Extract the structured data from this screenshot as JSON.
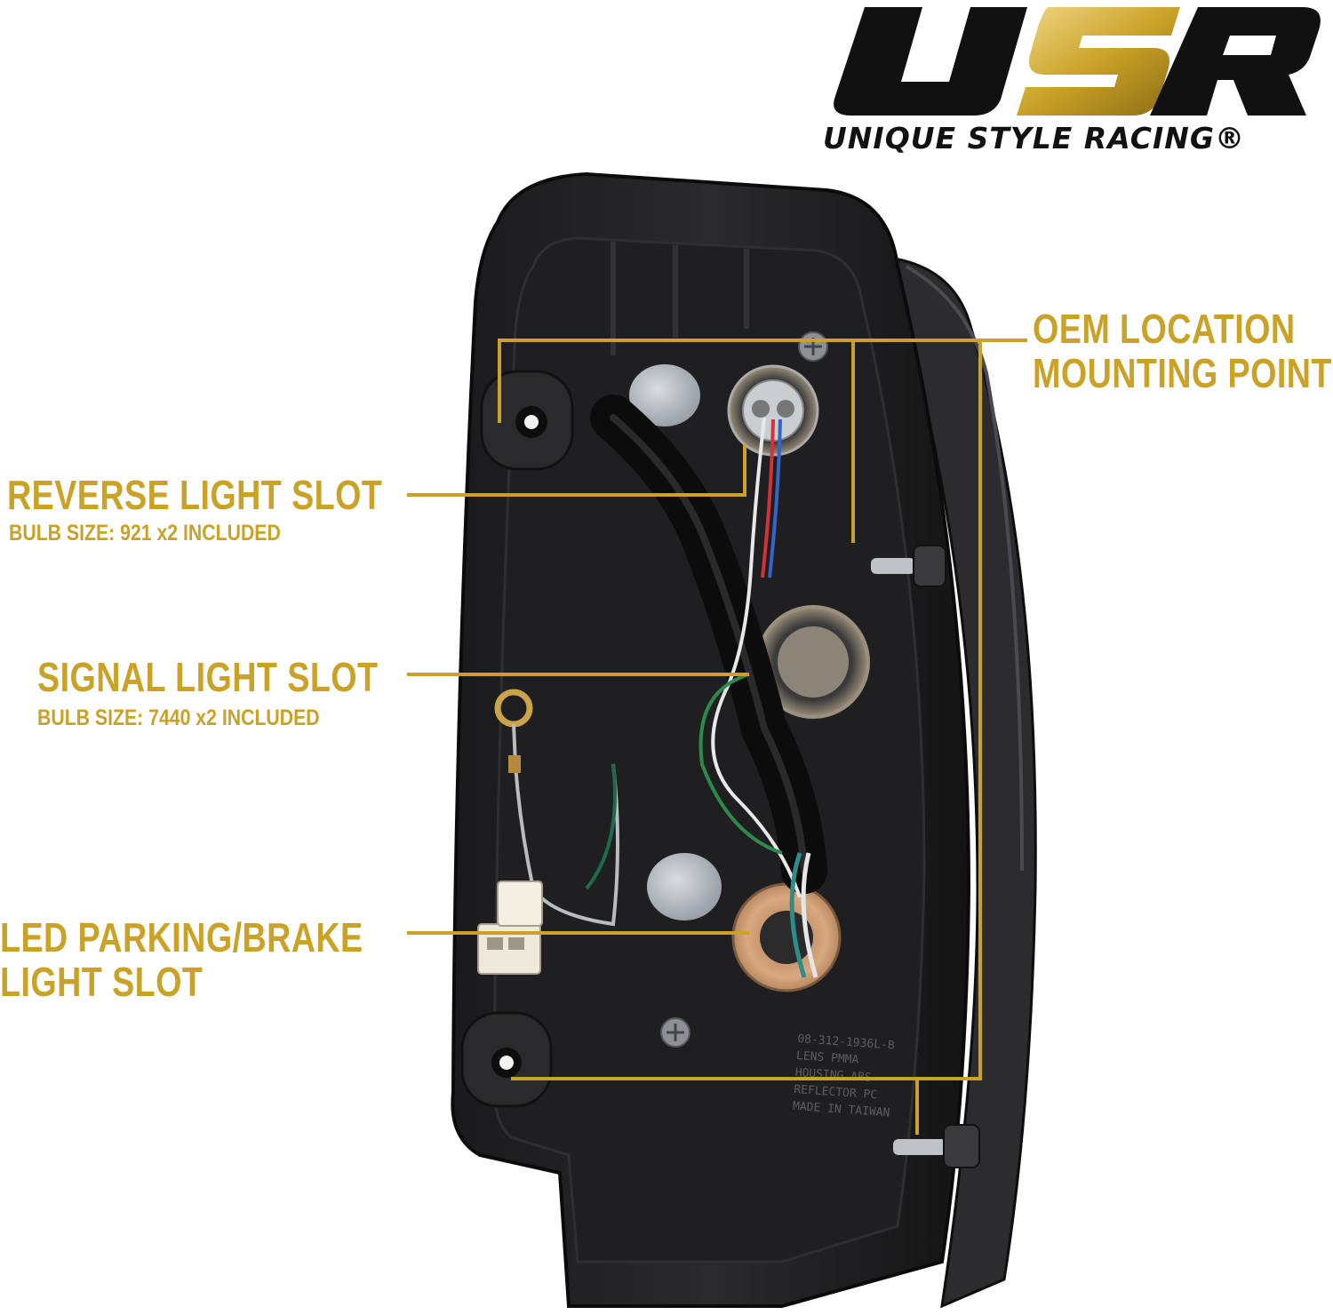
{
  "brand": {
    "name": "UNIQUE STYLE RACING®",
    "logo_glyph": "USR"
  },
  "callouts": {
    "oem_location": {
      "line1": "OEM LOCATION",
      "line2": "MOUNTING POINTS"
    },
    "reverse": {
      "title": "REVERSE LIGHT SLOT",
      "subtitle": "BULB SIZE: 921 x2 INCLUDED"
    },
    "signal": {
      "title": "SIGNAL LIGHT SLOT",
      "subtitle": "BULB SIZE: 7440 x2 INCLUDED"
    },
    "parking": {
      "line1": "LED PARKING/BRAKE",
      "line2": "LIGHT SLOT"
    }
  },
  "housing_markings": {
    "part_number": "08-312-1936L-B",
    "lens": "LENS PMMA",
    "housing": "HOUSING ABS",
    "reflector": "REFLECTOR PC",
    "origin": "MADE IN TAIWAN"
  },
  "colors": {
    "accent_gold": "#c9a227",
    "housing_black": "#1c1c1e",
    "socket_tan": "#c89a72"
  }
}
